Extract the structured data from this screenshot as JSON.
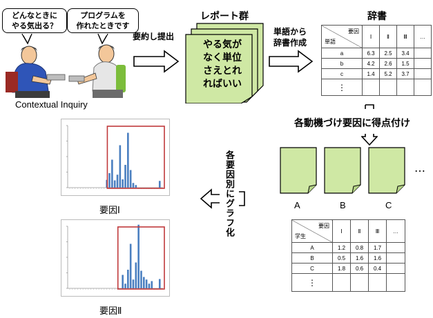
{
  "bubbles": {
    "left": [
      "どんなときに",
      "やる気出る？"
    ],
    "right": [
      "プログラムを",
      "作れたときです"
    ]
  },
  "contextual_inquiry": "Contextual Inquiry",
  "summary_label": "要約し提出",
  "report_group": {
    "title": "レポート群",
    "lines": [
      "やる気が",
      "なく単位",
      "さえとれ",
      "ればいい"
    ]
  },
  "dictionary_step": [
    "単語から",
    "辞書作成"
  ],
  "dictionary": {
    "title": "辞書",
    "corner_factor": "要因",
    "corner_word": "単語",
    "headers": [
      "Ⅰ",
      "Ⅱ",
      "Ⅲ",
      "…"
    ],
    "rows": [
      {
        "label": "a",
        "cells": [
          "6.3",
          "2.5",
          "3.4",
          ""
        ]
      },
      {
        "label": "b",
        "cells": [
          "4.2",
          "2.6",
          "1.5",
          ""
        ]
      },
      {
        "label": "c",
        "cells": [
          "1.4",
          "5.2",
          "3.7",
          ""
        ]
      },
      {
        "label": "⋮",
        "cells": [
          "",
          "",
          "",
          ""
        ]
      }
    ]
  },
  "scoring_label": "各動機づけ要因に得点付け",
  "docs": {
    "labels": [
      "A",
      "B",
      "C"
    ],
    "ellipsis": "…"
  },
  "students": {
    "corner_factor": "要因",
    "corner_student": "学生",
    "headers": [
      "Ⅰ",
      "Ⅱ",
      "Ⅲ",
      "…"
    ],
    "rows": [
      {
        "label": "A",
        "cells": [
          "1.2",
          "0.8",
          "1.7",
          ""
        ]
      },
      {
        "label": "B",
        "cells": [
          "0.5",
          "1.6",
          "1.6",
          ""
        ]
      },
      {
        "label": "C",
        "cells": [
          "1.8",
          "0.6",
          "0.4",
          ""
        ]
      },
      {
        "label": "⋮",
        "cells": [
          "",
          "",
          "",
          ""
        ]
      }
    ]
  },
  "graph_step": "各要因別にグラフ化",
  "charts": {
    "chart1_caption": "要因Ⅰ",
    "chart2_caption": "要因Ⅱ",
    "chart1_values": [
      0,
      0,
      0,
      0,
      0,
      0,
      0,
      0,
      0,
      0,
      0,
      0,
      0,
      0,
      1.5,
      2.8,
      5.4,
      1.4,
      2.5,
      8.2,
      1.6,
      4.4,
      10.6,
      3.4,
      0.9,
      0.5,
      0,
      0,
      0,
      0,
      0,
      0,
      0,
      0,
      1.3
    ],
    "chart2_values": [
      0,
      0,
      0,
      0,
      0,
      0,
      0,
      0,
      0,
      0,
      0,
      0,
      0,
      0,
      0,
      0,
      0,
      0,
      0,
      0,
      2.6,
      0.9,
      3.6,
      8.6,
      1.7,
      5.0,
      12.3,
      3.4,
      2.2,
      1.7,
      0.9,
      1.4,
      0,
      0,
      1.8
    ]
  },
  "colors": {
    "green": "#cfe8a4",
    "red_box": "#c0393b",
    "bar": "#4a7fc0"
  }
}
